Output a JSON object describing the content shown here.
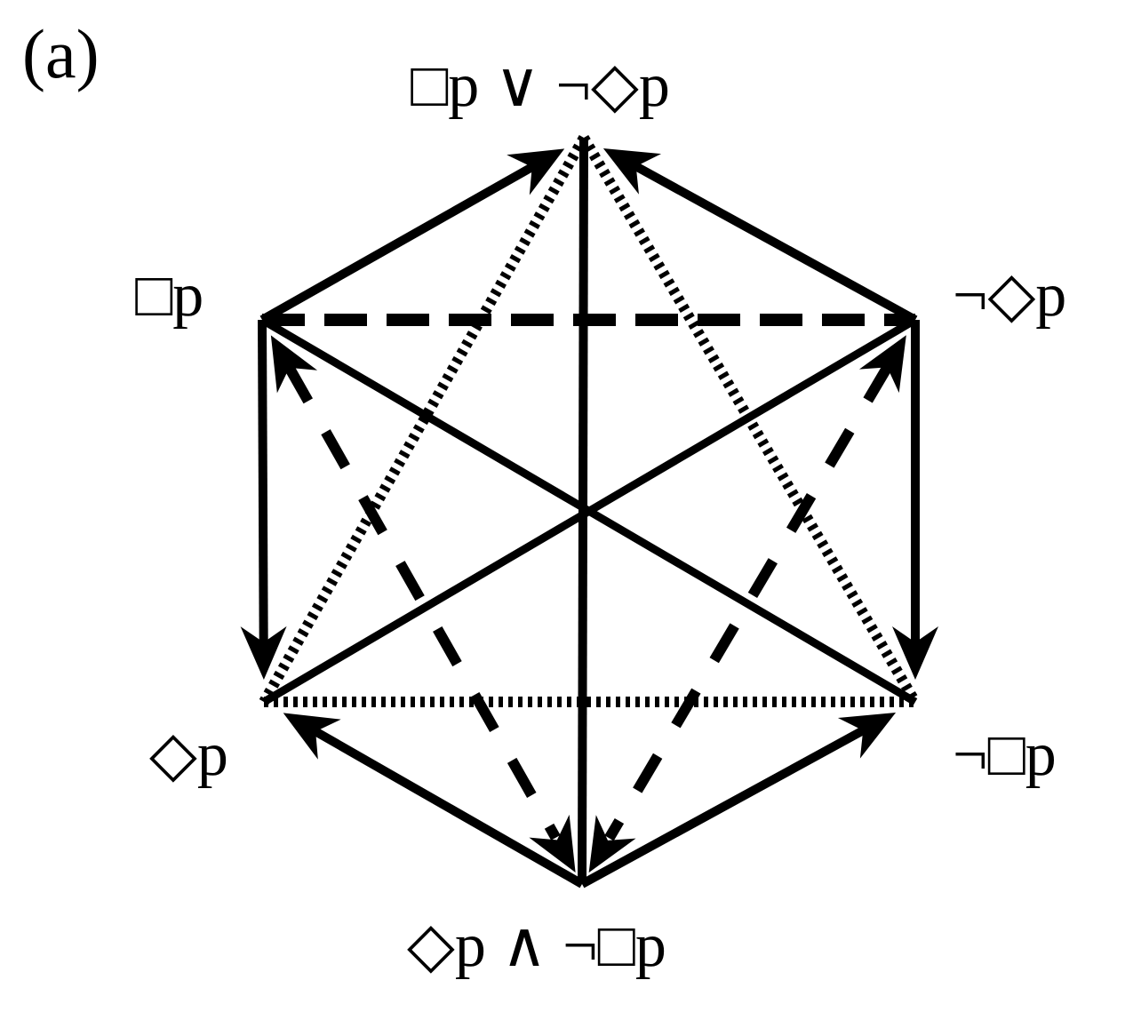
{
  "panel_label": "(a)",
  "nodes": {
    "top": "□p ∨ ¬◇p",
    "box_p": "□p",
    "not_dia_p": "¬◇p",
    "dia_p": "◇p",
    "not_box_p": "¬□p",
    "bottom": "◇p ∧ ¬□p"
  },
  "edges": [
    {
      "from": "top",
      "to": "bottom",
      "style": "solid"
    },
    {
      "from": "box_p",
      "to": "not_dia_p",
      "style": "dashed"
    },
    {
      "from": "dia_p",
      "to": "not_box_p",
      "style": "dotted"
    },
    {
      "from": "box_p",
      "to": "top",
      "style": "arrow"
    },
    {
      "from": "not_dia_p",
      "to": "top",
      "style": "arrow"
    },
    {
      "from": "box_p",
      "to": "dia_p",
      "style": "arrow"
    },
    {
      "from": "not_dia_p",
      "to": "not_box_p",
      "style": "arrow"
    },
    {
      "from": "bottom",
      "to": "dia_p",
      "style": "arrow"
    },
    {
      "from": "bottom",
      "to": "not_box_p",
      "style": "arrow"
    },
    {
      "from": "box_p",
      "to": "not_box_p",
      "style": "solid"
    },
    {
      "from": "not_dia_p",
      "to": "dia_p",
      "style": "solid"
    },
    {
      "from": "top",
      "to": "dia_p",
      "style": "dotted"
    },
    {
      "from": "top",
      "to": "not_box_p",
      "style": "dotted"
    },
    {
      "from": "box_p",
      "to": "bottom",
      "style": "dashed-double-arrow"
    },
    {
      "from": "not_dia_p",
      "to": "bottom",
      "style": "dashed-double-arrow"
    }
  ]
}
